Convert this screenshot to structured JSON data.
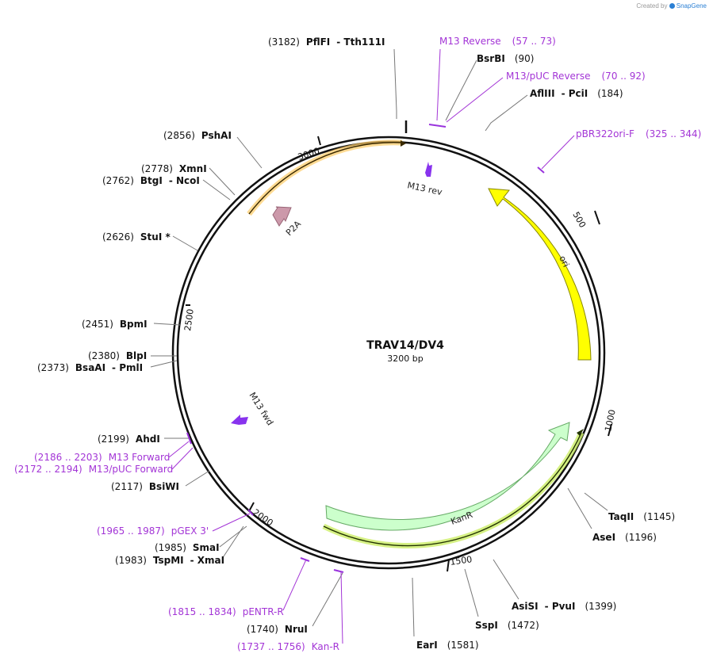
{
  "credit": {
    "prefix": "Created by",
    "brand": "SnapGene"
  },
  "plasmid": {
    "name": "TRAV14/DV4",
    "length_bp": 3200,
    "length_label": "3200 bp"
  },
  "ticks": [
    {
      "bp": 500,
      "label": "500"
    },
    {
      "bp": 1000,
      "label": "1000"
    },
    {
      "bp": 1500,
      "label": "1500"
    },
    {
      "bp": 2000,
      "label": "2000"
    },
    {
      "bp": 2500,
      "label": "2500"
    },
    {
      "bp": 3000,
      "label": "3000"
    }
  ],
  "features": [
    {
      "name": "ori",
      "kind": "arrow",
      "color": "#ffff00",
      "stroke": "#999900"
    },
    {
      "name": "KanR",
      "kind": "arrow",
      "color": "#ccffcc",
      "stroke": "#66aa66"
    },
    {
      "name": "P2A",
      "kind": "small-arrow",
      "color": "#cc99aa"
    },
    {
      "name": "M13 rev",
      "kind": "primer",
      "color": "#8833ee"
    },
    {
      "name": "M13 fwd",
      "kind": "primer",
      "color": "#8833ee"
    }
  ],
  "orfs": [
    {
      "id": "orf-top",
      "color": "#ffcc66"
    },
    {
      "id": "orf-bottom",
      "color": "#ccee66"
    }
  ],
  "sites": [
    {
      "text": [
        "(3182)",
        "PflFI",
        "- Tth111I"
      ]
    },
    {
      "text": [
        "",
        "BsrBI",
        "(90)"
      ]
    },
    {
      "text": [
        "",
        "AflIII",
        "- PciI",
        "(184)"
      ]
    },
    {
      "text": [
        "(2856)",
        "PshAI"
      ]
    },
    {
      "text": [
        "(2778)",
        "XmnI"
      ]
    },
    {
      "text": [
        "(2762)",
        "BtgI",
        "- NcoI"
      ]
    },
    {
      "text": [
        "(2626)",
        "StuI *"
      ]
    },
    {
      "text": [
        "(2451)",
        "BpmI"
      ]
    },
    {
      "text": [
        "(2380)",
        "BlpI"
      ]
    },
    {
      "text": [
        "(2373)",
        "BsaAI",
        "- PmlI"
      ]
    },
    {
      "text": [
        "(2199)",
        "AhdI"
      ]
    },
    {
      "text": [
        "(2117)",
        "BsiWI"
      ]
    },
    {
      "text": [
        "(1985)",
        "SmaI"
      ]
    },
    {
      "text": [
        "(1983)",
        "TspMI",
        "- XmaI"
      ]
    },
    {
      "text": [
        "(1740)",
        "NruI"
      ]
    },
    {
      "text": [
        "",
        "EarI",
        "(1581)"
      ]
    },
    {
      "text": [
        "",
        "SspI",
        "(1472)"
      ]
    },
    {
      "text": [
        "",
        "AsiSI",
        "- PvuI",
        "(1399)"
      ]
    },
    {
      "text": [
        "",
        "AseI",
        "(1196)"
      ]
    },
    {
      "text": [
        "",
        "TaqII",
        "(1145)"
      ]
    }
  ],
  "primers": [
    {
      "name": "M13 Reverse",
      "range": "(57 .. 73)"
    },
    {
      "name": "M13/pUC Reverse",
      "range": "(70 .. 92)"
    },
    {
      "name": "pBR322ori-F",
      "range": "(325 .. 344)"
    },
    {
      "name": "M13 Forward",
      "range": "(2186 .. 2203)"
    },
    {
      "name": "M13/pUC Forward",
      "range": "(2172 .. 2194)"
    },
    {
      "name": "pGEX 3'",
      "range": "(1965 .. 1987)"
    },
    {
      "name": "pENTR-R",
      "range": "(1815 .. 1834)"
    },
    {
      "name": "Kan-R",
      "range": "(1737 .. 1756)"
    }
  ]
}
